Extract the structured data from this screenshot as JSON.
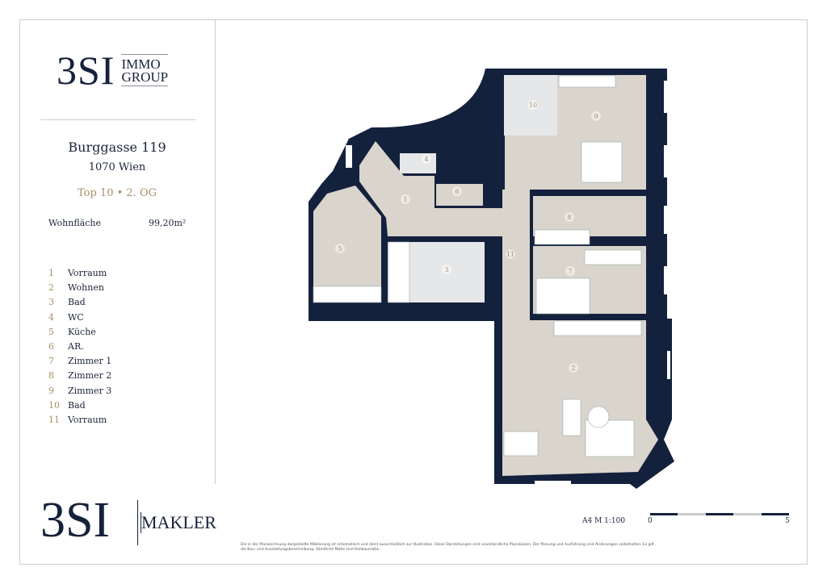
{
  "branding": {
    "top_logo_main": "3SI",
    "top_logo_sub": [
      "IMMO",
      "GROUP"
    ],
    "bottom_logo_main": "3SI",
    "bottom_logo_sub": "MAKLER"
  },
  "property": {
    "street": "Burggasse 119",
    "city": "1070 Wien",
    "unit": "Top 10 • 2. OG",
    "area_label": "Wohnfläche",
    "area_value": "99,20m²"
  },
  "rooms": [
    {
      "n": "1",
      "name": "Vorraum"
    },
    {
      "n": "2",
      "name": "Wohnen"
    },
    {
      "n": "3",
      "name": "Bad"
    },
    {
      "n": "4",
      "name": "WC"
    },
    {
      "n": "5",
      "name": "Küche"
    },
    {
      "n": "6",
      "name": "AR."
    },
    {
      "n": "7",
      "name": "Zimmer 1"
    },
    {
      "n": "8",
      "name": "Zimmer 2"
    },
    {
      "n": "9",
      "name": "Zimmer 3"
    },
    {
      "n": "10",
      "name": "Bad"
    },
    {
      "n": "11",
      "name": "Vorraum"
    }
  ],
  "scale": {
    "label": "A4  M 1:100",
    "start": "0",
    "end": "5"
  },
  "disclaimer": "Die in der Planzeichnung dargestellte Möblierung ist schematisch und dient ausschließlich zur Illustration. Diese Darstellungen sind unverbindliche Planskizzen. Der Planung und Ausführung sind Änderungen vorbehalten. Es gilt die Bau- und Ausstattungsbeschreibung. Sämtliche Maße sind Rohbaumaße.",
  "colors": {
    "navy": "#14213d",
    "accent": "#a88f67",
    "floor": "#d9d4cc",
    "tile": "#e6e7e8"
  }
}
